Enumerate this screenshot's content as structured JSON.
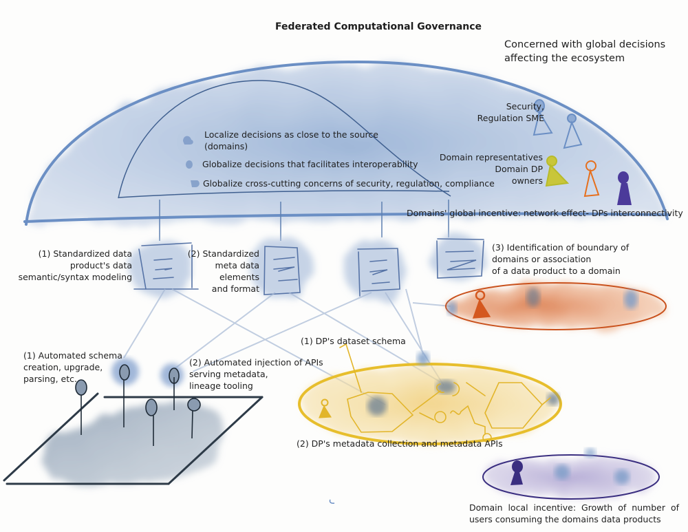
{
  "title": "Federated Computational Governance",
  "global_note": [
    "Concerned with global decisions",
    "affecting the ecosystem"
  ],
  "principles": [
    {
      "icon": "blob-icon",
      "lines": [
        "Localize decisions as close to the source",
        "(domains)"
      ]
    },
    {
      "icon": "blob-icon",
      "lines": [
        "Globalize decisions that facilitates interoperability"
      ]
    },
    {
      "icon": "blob-icon",
      "lines": [
        "Globalize cross-cutting concerns of security, regulation, compliance"
      ]
    }
  ],
  "roles": {
    "security": [
      "Security,",
      "Regulation SME"
    ],
    "domain": [
      "Domain representatives",
      "Domain DP",
      "owners"
    ]
  },
  "global_incentive": "Domains' global incentive: network effect- DPs interconnectivity",
  "standards": [
    {
      "lines": [
        "(1) Standardized data",
        "product's data",
        "semantic/syntax modeling"
      ]
    },
    {
      "lines": [
        "(2) Standardized",
        "meta data",
        "elements",
        "and format"
      ]
    },
    {
      "lines": []
    },
    {
      "lines": [
        "(3) Identification of boundary  of",
        "domains or association",
        "of a  data product to a domain"
      ]
    }
  ],
  "platform": {
    "schema_note": [
      "(1) Automated schema",
      "creation, upgrade,",
      "parsing, etc."
    ],
    "api_note": [
      "(2) Automated injection of APIs",
      "serving metadata,",
      "lineage tooling"
    ]
  },
  "data_product": {
    "schema_label": "(1) DP's dataset schema",
    "metadata_label": "(2) DP's metadata collection and metadata APIs"
  },
  "local_incentive": [
    "Domain  local  incentive:  Growth  of  number  of",
    "users consuming the domains data products"
  ],
  "colors": {
    "blue": "#6b8fc4",
    "blue_wash": "#a9bcd9",
    "orange": "#d4581f",
    "yellow": "#e7be2c",
    "purple": "#4b3a9a",
    "olive": "#b8bb2a",
    "dark": "#2d3a47"
  }
}
